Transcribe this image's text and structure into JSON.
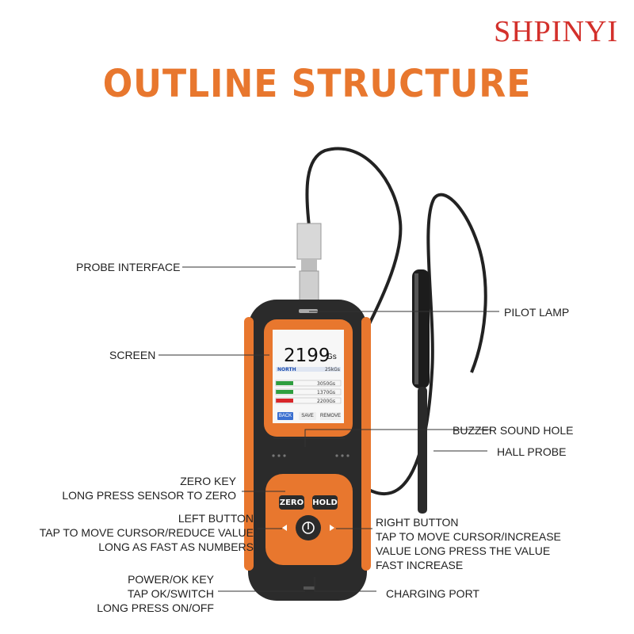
{
  "brand": "SHPINYI",
  "title": "OUTLINE STRUCTURE",
  "labels": {
    "probe_interface": "PROBE INTERFACE",
    "screen": "SCREEN",
    "pilot_lamp": "PILOT LAMP",
    "buzzer": "BUZZER SOUND HOLE",
    "hall_probe": "HALL PROBE",
    "zero_key": [
      "ZERO KEY",
      "LONG PRESS SENSOR TO ZERO"
    ],
    "left_button": [
      "LEFT BUTTON",
      "TAP TO MOVE CURSOR/REDUCE VALUE",
      "LONG AS FAST AS NUMBERS"
    ],
    "right_button": [
      "RIGHT BUTTON",
      "TAP TO MOVE CURSOR/INCREASE",
      "VALUE LONG PRESS THE VALUE",
      "FAST INCREASE"
    ],
    "power_key": [
      "POWER/OK KEY",
      "TAP OK/SWITCH",
      "LONG PRESS ON/OFF"
    ],
    "charging_port": "CHARGING PORT"
  },
  "device": {
    "reading": "2199",
    "unit": "Gs",
    "pole": "NORTH",
    "range": "25kGs",
    "rows": [
      {
        "value": "3050Gs",
        "color": "#2e9e3e"
      },
      {
        "value": "1370Gs",
        "color": "#2e9e3e"
      },
      {
        "value": "2200Gs",
        "color": "#d8262a"
      }
    ],
    "buttons": [
      "BACK",
      "SAVE",
      "REMOVE"
    ],
    "keys": {
      "zero": "ZERO",
      "hold": "HOLD"
    }
  },
  "colors": {
    "accent": "#e8772e",
    "brand": "#d3302b",
    "body": "#2b2b2b"
  }
}
